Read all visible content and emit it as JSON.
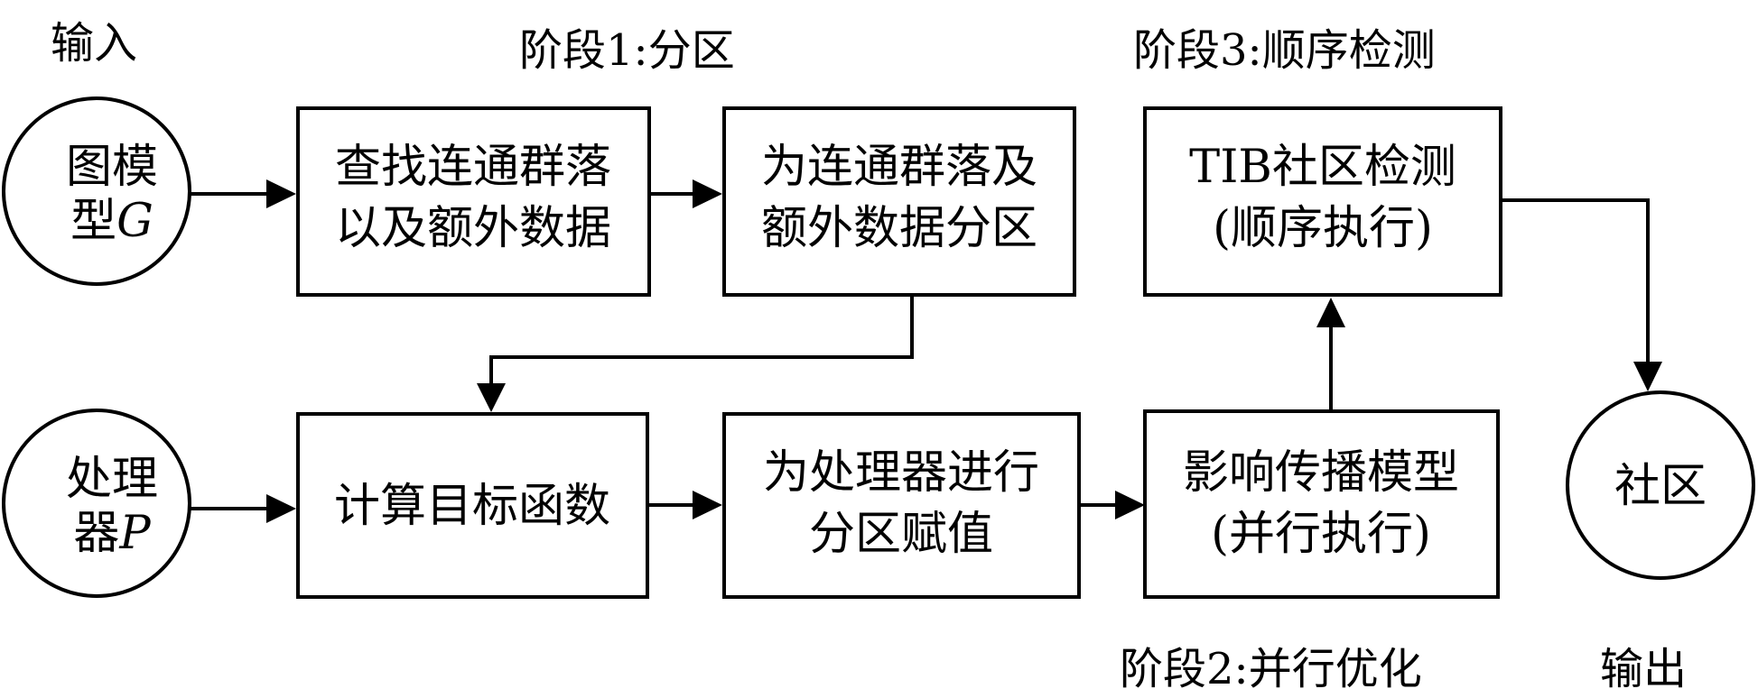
{
  "labels": {
    "input": "输入",
    "output": "输出",
    "stage1": "阶段1:分区",
    "stage2": "阶段2:并行优化",
    "stage3": "阶段3:顺序检测"
  },
  "nodes": {
    "graph_model": {
      "line1": "图模",
      "line2_prefix": "型",
      "line2_var": "G"
    },
    "processor": {
      "line1": "处理",
      "line2_prefix": "器",
      "line2_var": "P"
    },
    "community": {
      "text": "社区"
    },
    "find_components": {
      "line1": "查找连通群落",
      "line2": "以及额外数据"
    },
    "partition_components": {
      "line1": "为连通群落及",
      "line2": "额外数据分区"
    },
    "compute_objective": {
      "text": "计算目标函数"
    },
    "assign_processor_partition": {
      "line1": "为处理器进行",
      "line2": "分区赋值"
    },
    "influence_model": {
      "line1": "影响传播模型",
      "line2": "(并行执行)"
    },
    "tib_detection": {
      "line1": "TIB社区检测",
      "line2": "(顺序执行)"
    }
  }
}
